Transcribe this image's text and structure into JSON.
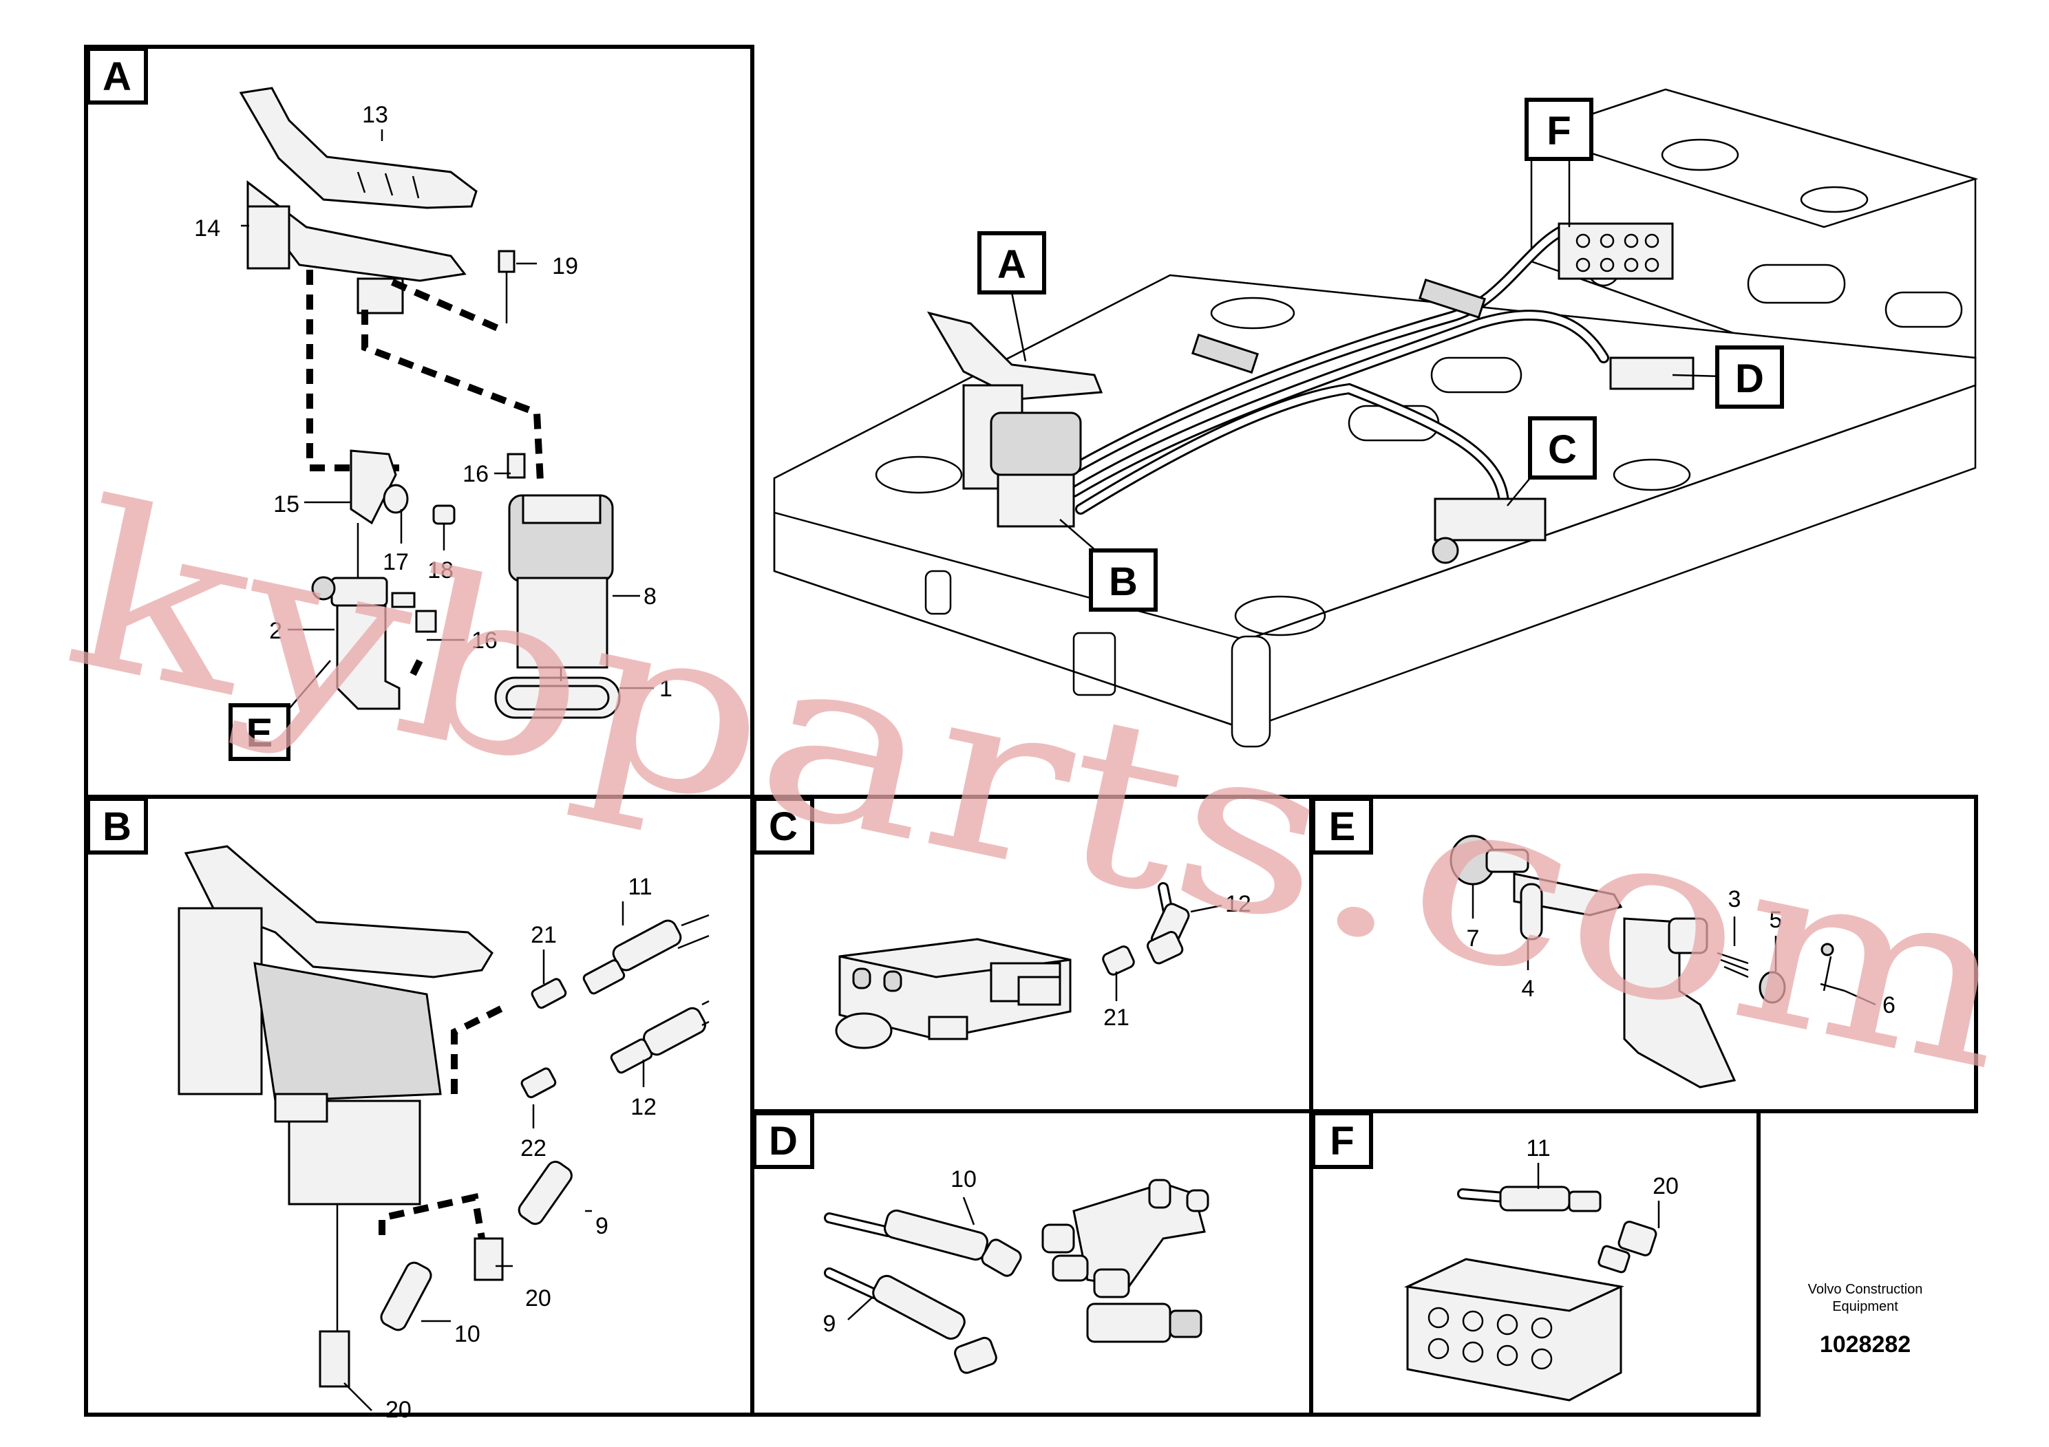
{
  "watermark": "kybparts.com",
  "publisher": {
    "line1": "Volvo Construction",
    "line2": "Equipment",
    "drawing_number": "1028282"
  },
  "detail_labels": [
    "A",
    "B",
    "C",
    "D",
    "E",
    "F"
  ],
  "overview_callouts": [
    "A",
    "B",
    "C",
    "D",
    "F"
  ],
  "panels": {
    "A": {
      "callouts": [
        "13",
        "14",
        "19",
        "16",
        "15",
        "17",
        "18",
        "8",
        "2",
        "16",
        "1"
      ],
      "sub_label": "E"
    },
    "B": {
      "callouts": [
        "11",
        "21",
        "12",
        "22",
        "9",
        "20",
        "10",
        "20"
      ]
    },
    "C": {
      "callouts": [
        "12",
        "21"
      ]
    },
    "D": {
      "callouts": [
        "10",
        "9"
      ]
    },
    "E": {
      "callouts": [
        "7",
        "3",
        "5",
        "4",
        "6"
      ]
    },
    "F": {
      "callouts": [
        "11",
        "20"
      ]
    }
  }
}
